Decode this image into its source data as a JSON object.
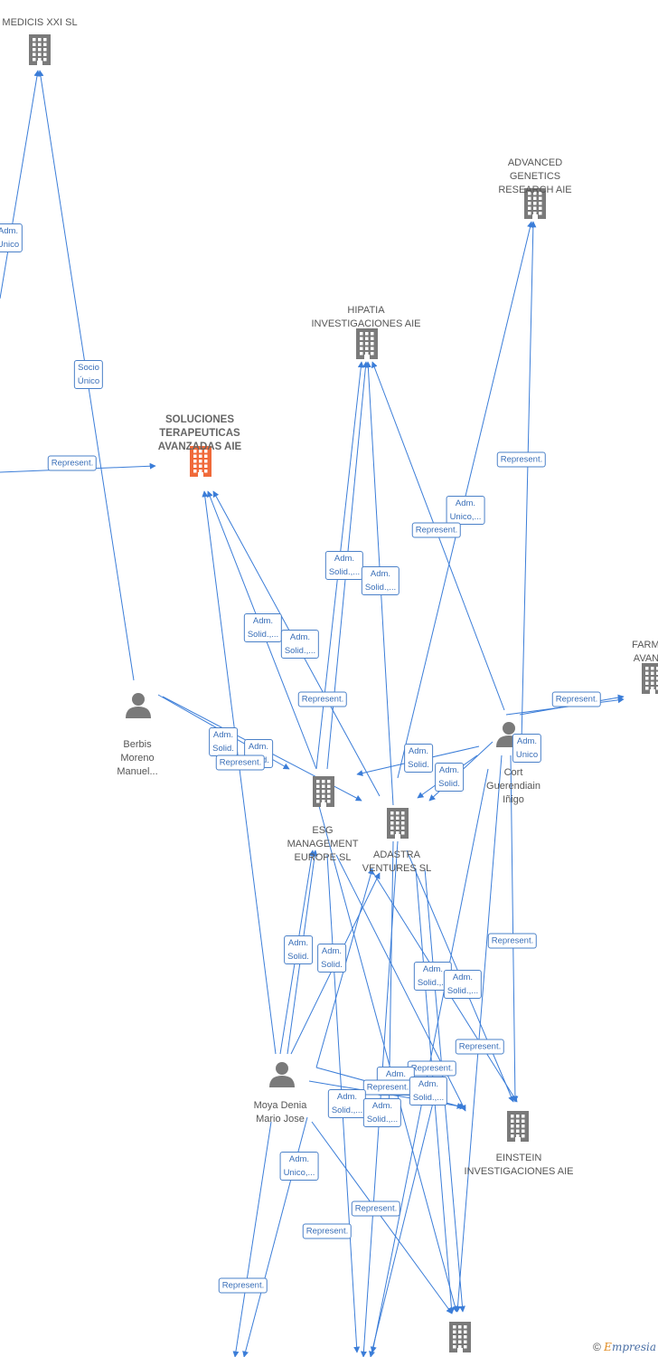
{
  "colors": {
    "edge": "#3b7dd8",
    "building": "#7a7a7a",
    "main_building": "#f06a3a",
    "person": "#7a7a7a"
  },
  "nodes": [
    {
      "id": "medicis",
      "type": "company",
      "label": "MEDICIS XXI  SL"
    },
    {
      "id": "advanced",
      "type": "company",
      "label": "ADVANCED\nGENETICS\nRESEARCH AIE"
    },
    {
      "id": "hipatia",
      "type": "company",
      "label": "HIPATIA\nINVESTIGACIONES AIE"
    },
    {
      "id": "soluciones",
      "type": "company-main",
      "label": "SOLUCIONES\nTERAPEUTICAS\nAVANZADAS AIE"
    },
    {
      "id": "farmac",
      "type": "company",
      "label": "FARMAC\nAVANZA"
    },
    {
      "id": "berbis",
      "type": "person",
      "label": "Berbis\nMoreno\nManuel..."
    },
    {
      "id": "cort",
      "type": "person",
      "label": "Cort\nGuerendiain\nIñigo"
    },
    {
      "id": "esg",
      "type": "company",
      "label": "ESG\nMANAGEMENT\nEUROPE  SL"
    },
    {
      "id": "adastra",
      "type": "company",
      "label": "ADASTRA\nVENTURES  SL"
    },
    {
      "id": "einstein",
      "type": "company",
      "label": "EINSTEIN\nINVESTIGACIONES AIE"
    },
    {
      "id": "moya",
      "type": "person",
      "label": "Moya Denia\nMario Jose"
    },
    {
      "id": "bottom",
      "type": "company",
      "label": ""
    }
  ],
  "edge_labels": [
    "Adm.\nUnico",
    "Socio\nÚnico",
    "Represent.",
    "Represent.",
    "Adm.\nUnico,...",
    "Represent.",
    "Adm.\nSolid.,...",
    "Adm.\nSolid.,...",
    "Adm.\nSolid.,...",
    "Adm.\nSolid.,...",
    "Represent.",
    "Represent.",
    "Adm.\nSolid.",
    "Adm.\nSolid.",
    "Represent.",
    "Adm.\nSolid.",
    "Adm.\nSolid.",
    "Adm.\nUnico",
    "Adm.\nSolid.",
    "Adm.\nSolid.",
    "Represent.",
    "Adm.\nSolid.,...",
    "Adm.\nSolid.,...",
    "Represent.",
    "Represent.",
    "Adm.\nSolid.,...",
    "Represent.",
    "Adm.\nSolid.,...",
    "Adm.\nSolid.,...",
    "Adm.\nSolid.,...",
    "Adm.\nUnico,...",
    "Represent.",
    "Represent.",
    "Represent."
  ],
  "footer": {
    "copyright": "©",
    "brand_first": "E",
    "brand_rest": "mpresia"
  }
}
